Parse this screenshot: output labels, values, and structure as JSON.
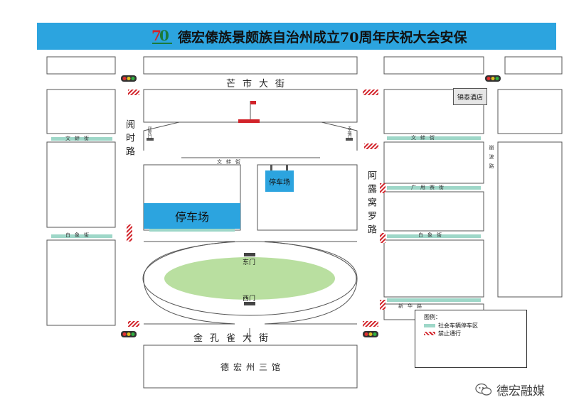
{
  "title": "德宏傣族景颇族自治州成立70周年庆祝大会安保",
  "colors": {
    "title_bg": "#2ca4df",
    "parking_blue": "#2ca4df",
    "social_parking_green": "#9ed7c8",
    "no_entry_red": "#d2232a",
    "lawn": "#b9dfa0",
    "block_border": "#555555"
  },
  "roads": {
    "mangshi_street": "芒市大街",
    "jinkongque_street": "金孔雀大街",
    "yueshi_road": "阅时路",
    "aluwoluo_road": "阿露窝罗路",
    "wenbang_street_left": "文蚌街",
    "wenbang_street_center": "文蚌街",
    "wenbang_street_right": "文蚌街",
    "baixiang_street_left": "白象街",
    "baixiang_street_right": "白象街",
    "guangshuangsai_street": "广甩赛街",
    "xinhua_road": "新华路",
    "sangbo_road": "崩波路"
  },
  "places": {
    "hotel": "锦泰酒店",
    "sanguan": "德宏州三馆",
    "gate_yingbin": "迎宾门",
    "gate_xingfu": "幸福门",
    "east_gate": "东门",
    "west_gate": "西门"
  },
  "parking": {
    "large": "停车场",
    "small": "停车场"
  },
  "legend": {
    "title": "图例：",
    "social_parking": "社会车辆停车区",
    "no_entry": "禁止通行"
  },
  "watermark": "德宏融媒"
}
